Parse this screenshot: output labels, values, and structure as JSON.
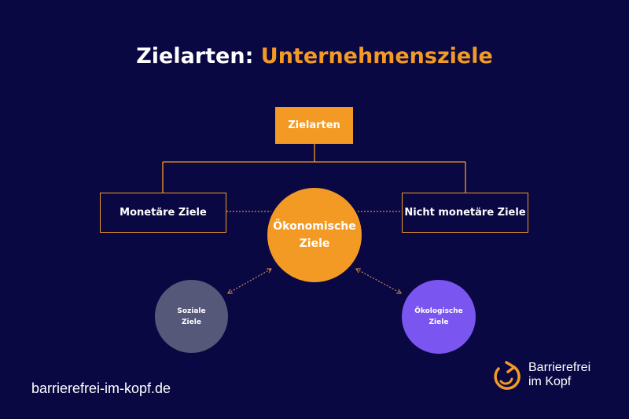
{
  "title": {
    "prefix": "Zielarten:",
    "accent": "Unternehmensziele"
  },
  "diagram": {
    "root": "Zielarten",
    "left": "Monetäre Ziele",
    "right": "Nicht monetäre Ziele",
    "center": {
      "line1": "Ökonomische",
      "line2": "Ziele"
    },
    "social": {
      "line1": "Soziale",
      "line2": "Ziele"
    },
    "ecological": {
      "line1": "Ökologische",
      "line2": "Ziele"
    }
  },
  "footer": {
    "url": "barrierefrei-im-kopf.de",
    "logo_line1": "Barrierefrei",
    "logo_line2": "im Kopf"
  },
  "colors": {
    "background": "#0a0843",
    "accent": "#f39a25",
    "social": "#56587a",
    "ecological": "#7b55f0"
  }
}
